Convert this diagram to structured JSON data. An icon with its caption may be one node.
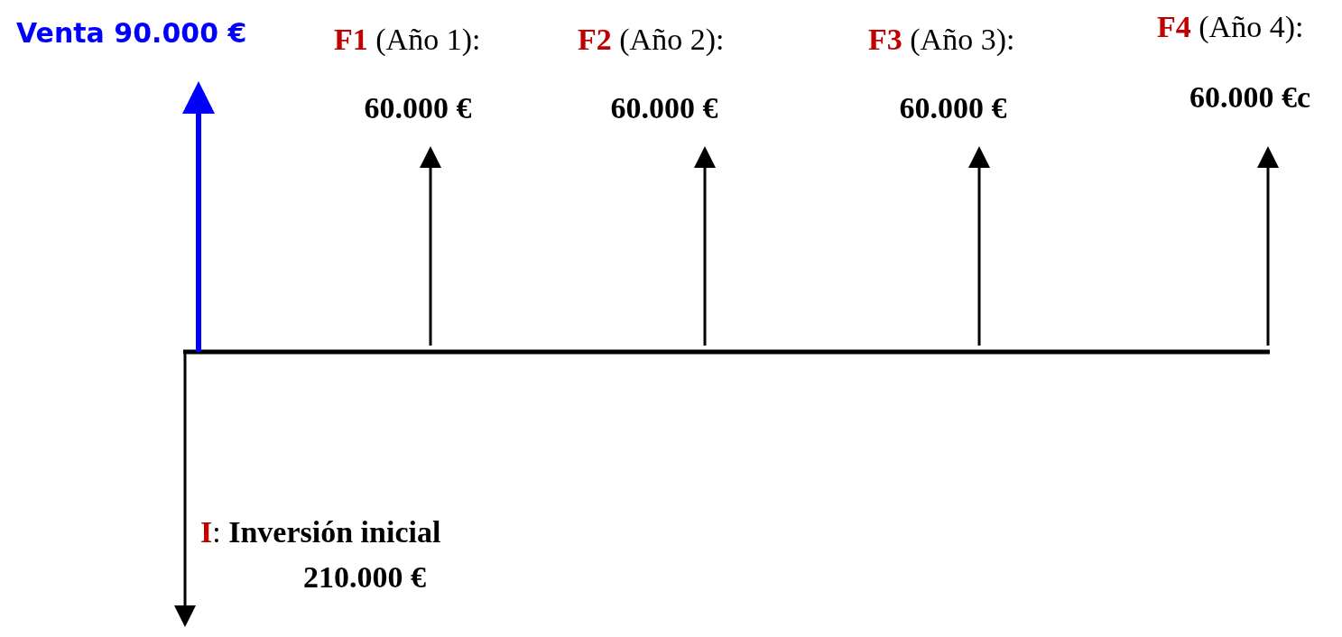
{
  "diagram": {
    "labels": [
      "Venta 90.000 €",
      "**F1** (Año 1):",
      "60.000 €",
      "**F2** (Año 2):",
      "60.000 €",
      "**F3** (Año 3):",
      "60.000 €",
      "**F4** (Año 4):",
      "60.000 €c",
      "**I**: **Inversión inicial**",
      "210.000 €"
    ]
  }
}
